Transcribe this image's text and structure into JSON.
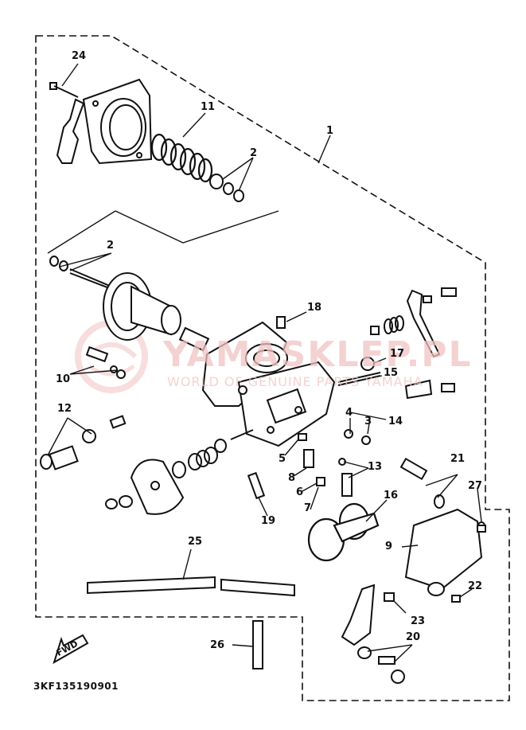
{
  "diagram": {
    "labels": [
      "24",
      "11",
      "1",
      "2",
      "2",
      "18",
      "17",
      "15",
      "10",
      "12",
      "14",
      "4",
      "3",
      "5",
      "8",
      "6",
      "13",
      "7",
      "21",
      "16",
      "27",
      "19",
      "9",
      "25",
      "22",
      "23",
      "20",
      "26"
    ],
    "drawing_code": "3KF135190901",
    "fwd_label": "FWD",
    "watermark": {
      "brand": "YAMASKLEP.PL",
      "tagline": "WORLD OF GENUINE PARTS YAMAHA"
    },
    "colors": {
      "ink": "#111111",
      "watermark": "#f1c3c3",
      "background": "#ffffff"
    }
  }
}
